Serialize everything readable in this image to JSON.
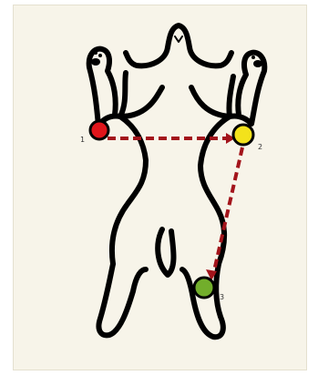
{
  "diagram": {
    "points": [
      {
        "label": "1",
        "color": "#e0151b",
        "role": "left front leg point"
      },
      {
        "label": "2",
        "color": "#f3e21b",
        "role": "right front leg point"
      },
      {
        "label": "3",
        "color": "#72ae2b",
        "role": "right hind leg point"
      }
    ],
    "arrow_color": "#a3141b",
    "outline_color": "#000000",
    "background_color": "#f7f4e9"
  }
}
